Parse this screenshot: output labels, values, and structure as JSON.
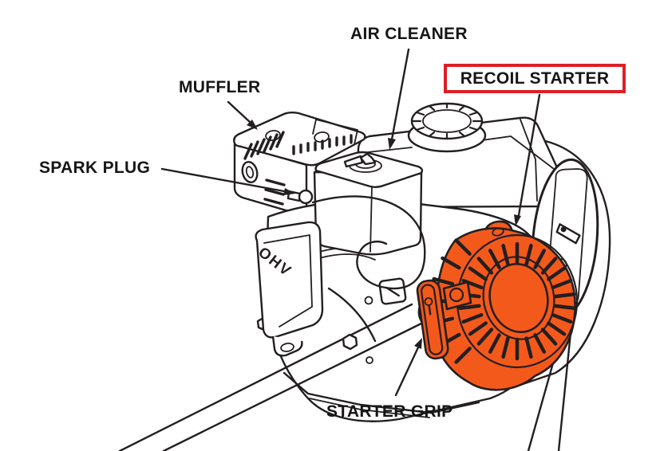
{
  "figure": {
    "type": "engine parts identification diagram",
    "background": "#ffffff",
    "ink": "#231f20",
    "highlight_orange": "#f4591c",
    "highlight_red": "#dc1f26",
    "ohv_marking": "OHV"
  },
  "labels": {
    "air_cleaner": "AIR CLEANER",
    "muffler": "MUFFLER",
    "spark_plug": "SPARK PLUG",
    "recoil_starter": "RECOIL STARTER",
    "starter_grip": "STARTER GRIP"
  }
}
